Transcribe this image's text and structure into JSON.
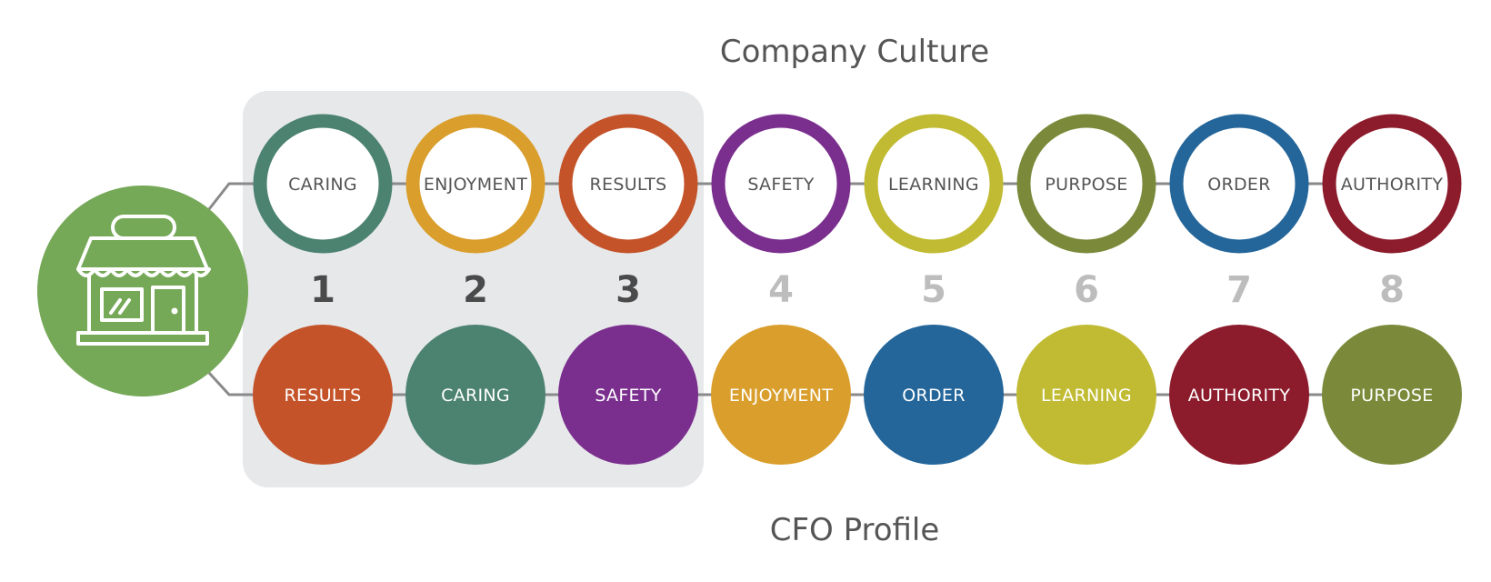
{
  "diagram": {
    "top_title": "Company Culture",
    "bottom_title": "CFO Profile",
    "highlight_count": 3,
    "rank_colors": {
      "highlighted": "#4a4a4a",
      "muted": "#bdbdbd"
    },
    "highlight_color": "#e7e8ea",
    "connector_color": "#8a8a8a",
    "hub": {
      "icon": "storefront-icon",
      "color": "#75a857"
    },
    "company_culture": [
      {
        "label": "CARING",
        "color": "#4c8270"
      },
      {
        "label": "ENJOYMENT",
        "color": "#d99e2b"
      },
      {
        "label": "RESULTS",
        "color": "#c4532a"
      },
      {
        "label": "SAFETY",
        "color": "#7a2f8e"
      },
      {
        "label": "LEARNING",
        "color": "#c0bb33"
      },
      {
        "label": "PURPOSE",
        "color": "#7a8a3a"
      },
      {
        "label": "ORDER",
        "color": "#24669a"
      },
      {
        "label": "AUTHORITY",
        "color": "#8c1c2c"
      }
    ],
    "ranks": [
      "1",
      "2",
      "3",
      "4",
      "5",
      "6",
      "7",
      "8"
    ],
    "cfo_profile": [
      {
        "label": "RESULTS",
        "color": "#c4532a"
      },
      {
        "label": "CARING",
        "color": "#4c8270"
      },
      {
        "label": "SAFETY",
        "color": "#7a2f8e"
      },
      {
        "label": "ENJOYMENT",
        "color": "#d99e2b"
      },
      {
        "label": "ORDER",
        "color": "#24669a"
      },
      {
        "label": "LEARNING",
        "color": "#c0bb33"
      },
      {
        "label": "AUTHORITY",
        "color": "#8c1c2c"
      },
      {
        "label": "PURPOSE",
        "color": "#7a8a3a"
      }
    ]
  }
}
